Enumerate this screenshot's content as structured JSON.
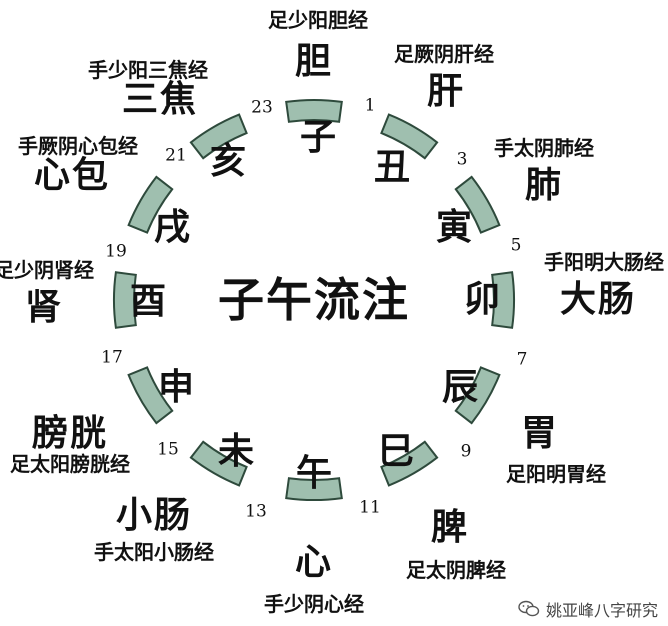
{
  "title": "子午流注",
  "colors": {
    "segment_fill": "#9fbfaf",
    "segment_stroke": "#2e4a3c",
    "text": "#111111"
  },
  "watermark": {
    "icon": "wechat-icon",
    "text": "姚亚峰八字研究"
  },
  "segments": [
    {
      "id": "zi",
      "branch": "子",
      "organ": "胆",
      "meridian": "足少阳胆经",
      "start": "23",
      "end": "1"
    },
    {
      "id": "chou",
      "branch": "丑",
      "organ": "肝",
      "meridian": "足厥阴肝经",
      "start": "1",
      "end": "3"
    },
    {
      "id": "yin",
      "branch": "寅",
      "organ": "肺",
      "meridian": "手太阴肺经",
      "start": "3",
      "end": "5"
    },
    {
      "id": "mao",
      "branch": "卯",
      "organ": "大肠",
      "meridian": "手阳明大肠经",
      "start": "5",
      "end": "7"
    },
    {
      "id": "chen",
      "branch": "辰",
      "organ": "胃",
      "meridian": "足阳明胃经",
      "start": "7",
      "end": "9"
    },
    {
      "id": "si",
      "branch": "巳",
      "organ": "脾",
      "meridian": "足太阴脾经",
      "start": "9",
      "end": "11"
    },
    {
      "id": "wu",
      "branch": "午",
      "organ": "心",
      "meridian": "手少阴心经",
      "start": "11",
      "end": "13"
    },
    {
      "id": "wei",
      "branch": "未",
      "organ": "小肠",
      "meridian": "手太阳小肠经",
      "start": "13",
      "end": "15"
    },
    {
      "id": "shen",
      "branch": "申",
      "organ": "膀胱",
      "meridian": "足太阳膀胱经",
      "start": "15",
      "end": "17"
    },
    {
      "id": "you",
      "branch": "酉",
      "organ": "肾",
      "meridian": "足少阴肾经",
      "start": "17",
      "end": "19"
    },
    {
      "id": "xu",
      "branch": "戌",
      "organ": "心包",
      "meridian": "手厥阴心包经",
      "start": "19",
      "end": "21"
    },
    {
      "id": "hai",
      "branch": "亥",
      "organ": "三焦",
      "meridian": "手少阳三焦经",
      "start": "21",
      "end": "23"
    }
  ]
}
